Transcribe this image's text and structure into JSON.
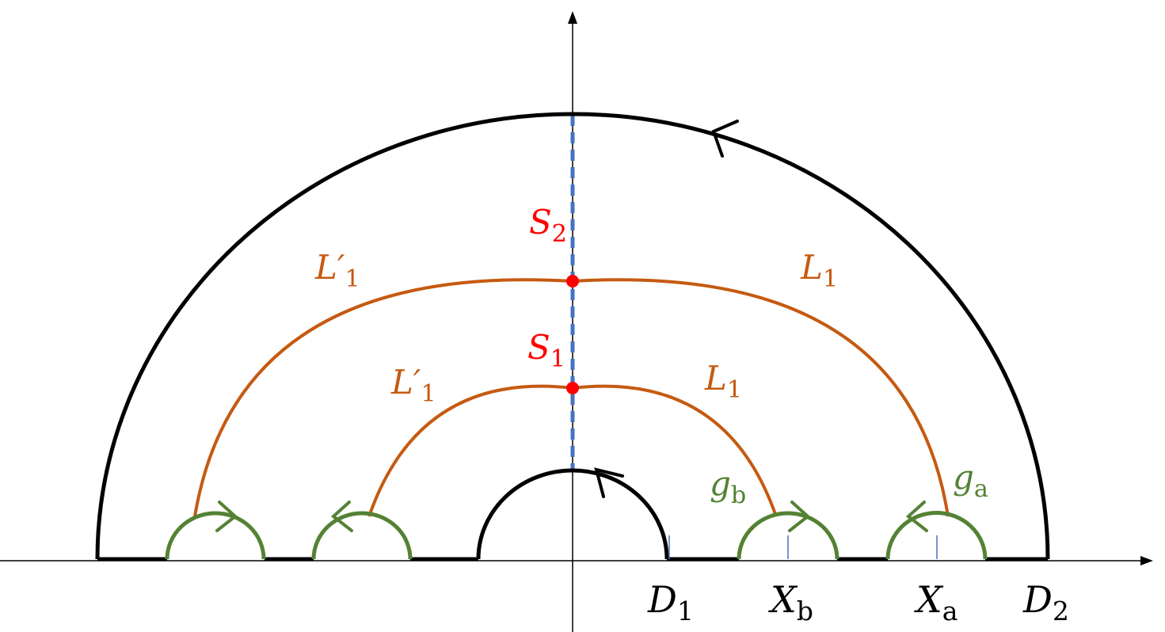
{
  "colors": {
    "contour": "#000000",
    "axis": "#000000",
    "orange_curve": "#c55a11",
    "green_arc": "#548235",
    "red_point": "#ff0000",
    "blue_dashed": "#4472c4"
  },
  "labels": {
    "s2": {
      "main": "S",
      "sub": "2"
    },
    "s1": {
      "main": "S",
      "sub": "1"
    },
    "outer_left": {
      "main": "L′",
      "sub": "1"
    },
    "outer_right": {
      "main": "L",
      "sub": "1"
    },
    "inner_left": {
      "main": "L′",
      "sub": "1"
    },
    "inner_right": {
      "main": "L",
      "sub": "1"
    },
    "gb": {
      "main": "g",
      "sub": "b"
    },
    "ga": {
      "main": "g",
      "sub": "a"
    },
    "d1": {
      "main": "D",
      "sub": "1"
    },
    "xb": {
      "main": "X",
      "sub": "b"
    },
    "xa": {
      "main": "X",
      "sub": "a"
    },
    "d2": {
      "main": "D",
      "sub": "2"
    }
  }
}
